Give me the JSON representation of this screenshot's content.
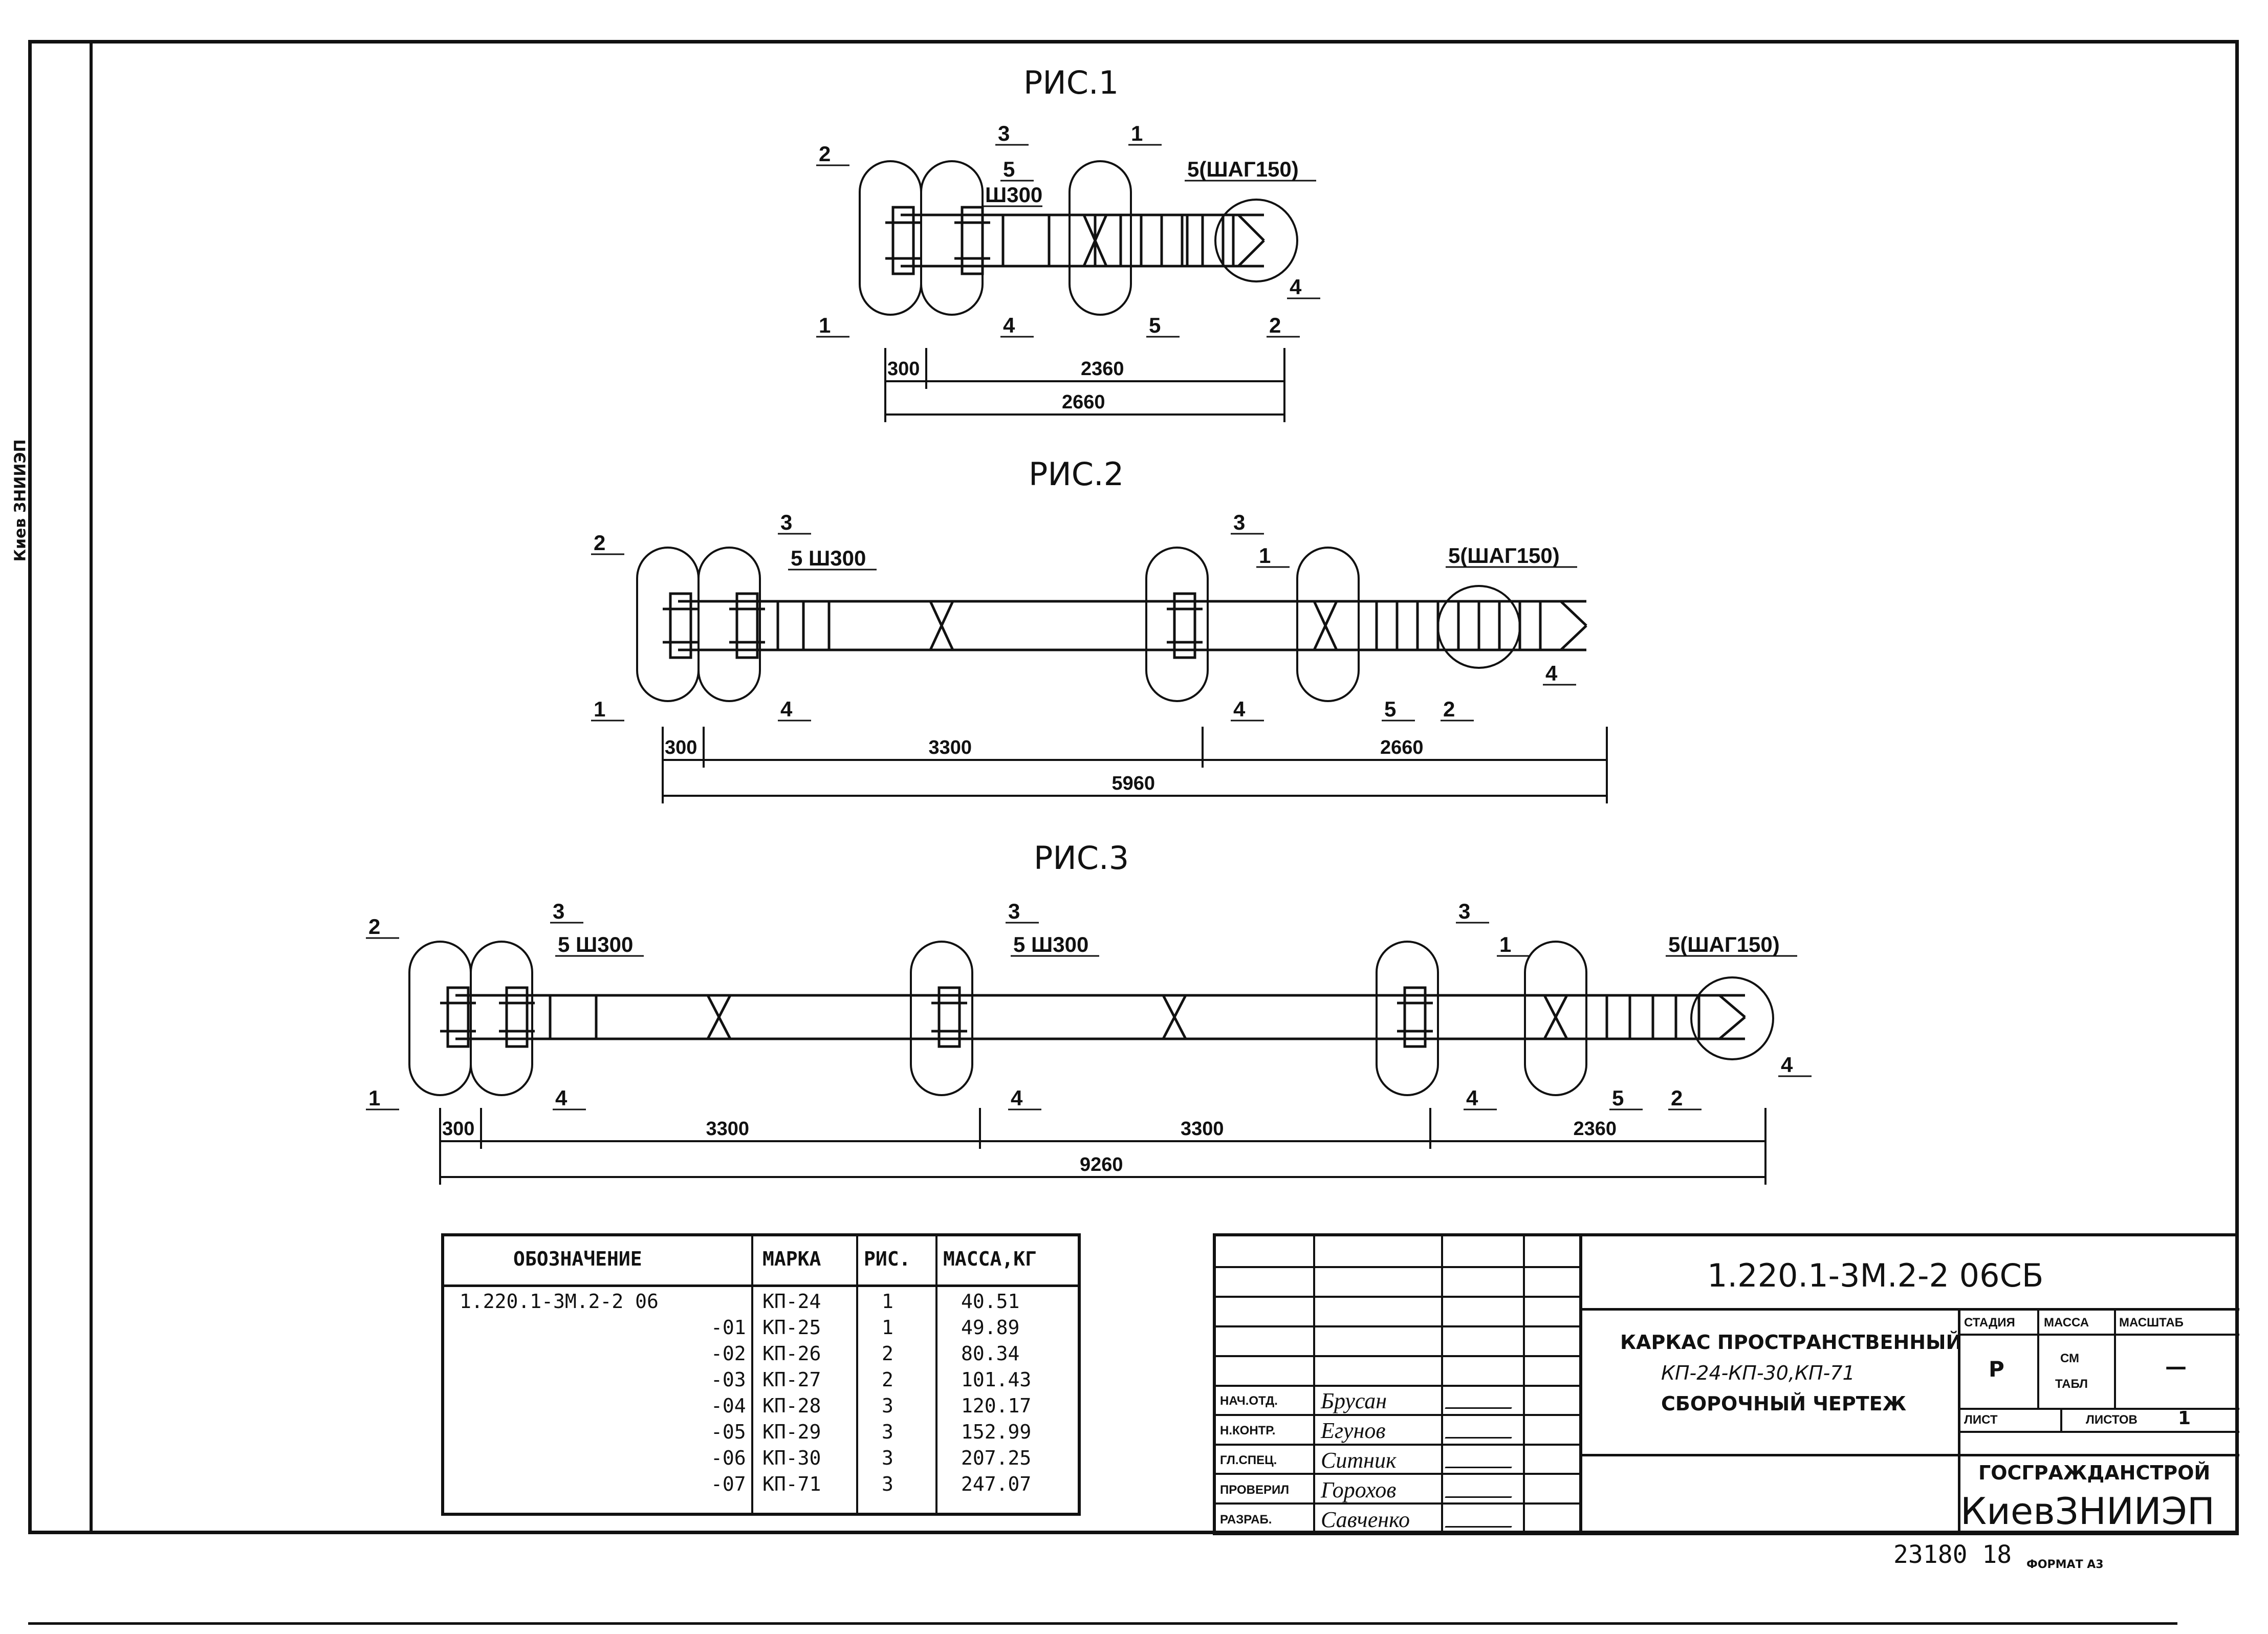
{
  "margin_note": "Киев ЗНИИЭП",
  "figures": [
    {
      "title": "РИС.1",
      "callouts": [
        "2",
        "3",
        "5",
        "Ш300",
        "1",
        "5(ШАГ150)",
        "1",
        "4",
        "5",
        "2",
        "4"
      ],
      "dims_top": [
        "300",
        "2360"
      ],
      "dim_total": "2660"
    },
    {
      "title": "РИС.2",
      "callouts": [
        "2",
        "3",
        "5 Ш300",
        "3",
        "1",
        "5(ШАГ150)",
        "1",
        "4",
        "4",
        "5",
        "2",
        "4"
      ],
      "dims_top": [
        "300",
        "3300",
        "2660"
      ],
      "dim_total": "5960"
    },
    {
      "title": "РИС.3",
      "callouts": [
        "2",
        "3",
        "5 Ш300",
        "3",
        "5 Ш300",
        "3",
        "1",
        "5(ШАГ150)",
        "1",
        "4",
        "4",
        "4",
        "5",
        "2",
        "4"
      ],
      "dims_top": [
        "300",
        "3300",
        "3300",
        "2360"
      ],
      "dim_total": "9260"
    }
  ],
  "spec_table": {
    "headers": [
      "ОБОЗНАЧЕНИЕ",
      "МАРКА",
      "РИС.",
      "МАССА,КГ"
    ],
    "rows": [
      {
        "designation": "1.220.1-3М.2-2 06",
        "mark": "КП-24",
        "fig": "1",
        "mass": "40.51"
      },
      {
        "designation": "-01",
        "mark": "КП-25",
        "fig": "1",
        "mass": "49.89"
      },
      {
        "designation": "-02",
        "mark": "КП-26",
        "fig": "2",
        "mass": "80.34"
      },
      {
        "designation": "-03",
        "mark": "КП-27",
        "fig": "2",
        "mass": "101.43"
      },
      {
        "designation": "-04",
        "mark": "КП-28",
        "fig": "3",
        "mass": "120.17"
      },
      {
        "designation": "-05",
        "mark": "КП-29",
        "fig": "3",
        "mass": "152.99"
      },
      {
        "designation": "-06",
        "mark": "КП-30",
        "fig": "3",
        "mass": "207.25"
      },
      {
        "designation": "-07",
        "mark": "КП-71",
        "fig": "3",
        "mass": "247.07"
      }
    ]
  },
  "title_block": {
    "doc_code": "1.220.1-3М.2-2 06СБ",
    "name_lines": [
      "КАРКАС ПРОСТРАНСТВЕННЫЙ",
      "КП-24-КП-30,КП-71",
      "СБОРОЧНЫЙ ЧЕРТЕЖ"
    ],
    "stage_label": "СТАДИЯ",
    "mass_label": "МАССА",
    "scale_label": "МАСШТАБ",
    "stage_value": "Р",
    "mass_value_1": "СМ",
    "mass_value_2": "ТАБЛ",
    "scale_value": "—",
    "sheet_label": "ЛИСТ",
    "sheets_label": "ЛИСТОВ",
    "sheets_value": "1",
    "org_line1": "ГОСГРАЖДАНСТРОЙ",
    "org_line2": "КиевЗНИИЭП",
    "signers": [
      {
        "role": "НАЧ.ОТД.",
        "name": "Брусан"
      },
      {
        "role": "Н.КОНТР.",
        "name": "Егунов"
      },
      {
        "role": "ГЛ.СПЕЦ.",
        "name": "Ситник"
      },
      {
        "role": "ПРОВЕРИЛ",
        "name": "Горохов"
      },
      {
        "role": "РАЗРАБ.",
        "name": "Савченко"
      }
    ]
  },
  "archive_number": "23180 18",
  "format_label": "ФОРМАТ А3"
}
